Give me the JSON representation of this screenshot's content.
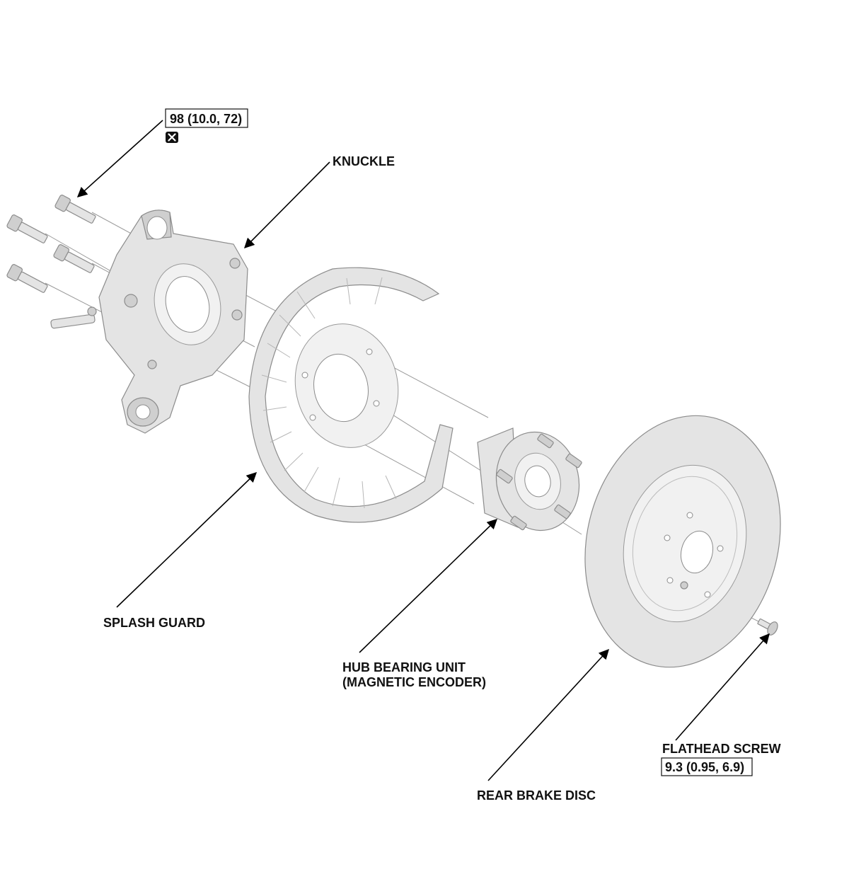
{
  "labels": {
    "knuckle": "KNUCKLE",
    "splash_guard": "SPLASH GUARD",
    "hub_line1": "HUB BEARING UNIT",
    "hub_line2": "(MAGNETIC ENCODER)",
    "rear_brake_disc": "REAR BRAKE DISC",
    "flathead_screw": "FLATHEAD SCREW"
  },
  "specs": {
    "knuckle_bolt_torque": "98 (10.0, 72)",
    "flathead_screw_torque": "9.3 (0.95, 6.9)"
  },
  "icons": {
    "replace_symbol": "x-box-icon"
  }
}
